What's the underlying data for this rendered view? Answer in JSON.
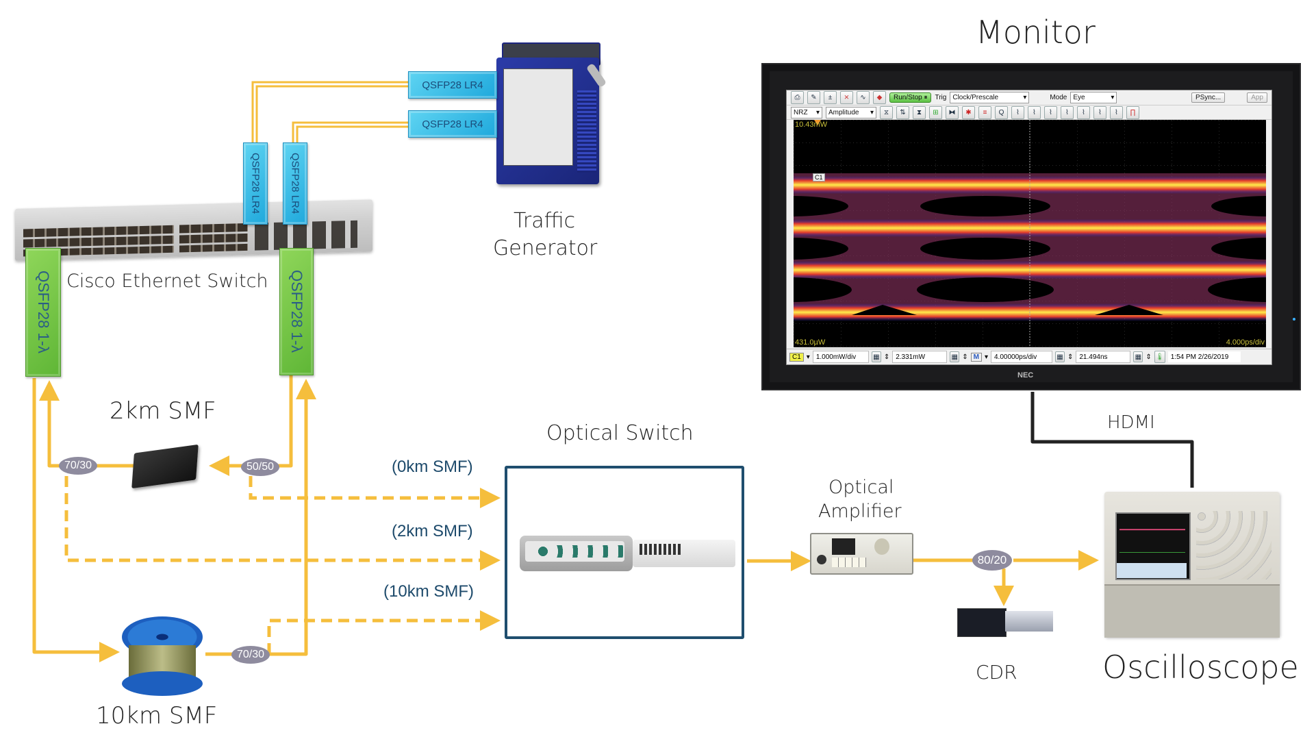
{
  "labels": {
    "monitor": "Monitor",
    "traffic_generator_line1": "Traffic",
    "traffic_generator_line2": "Generator",
    "cisco_switch": "Cisco Ethernet Switch",
    "smf_2km": "2km SMF",
    "smf_10km": "10km SMF",
    "optical_switch": "Optical Switch",
    "optical_amplifier_line1": "Optical",
    "optical_amplifier_line2": "Amplifier",
    "cdr": "CDR",
    "oscilloscope": "Oscilloscope",
    "hdmi": "HDMI"
  },
  "transceivers": {
    "lr4_vertical_1": "QSFP28 LR4",
    "lr4_vertical_2": "QSFP28 LR4",
    "lr4_horizontal_1": "QSFP28 LR4",
    "lr4_horizontal_2": "QSFP28 LR4",
    "single_lambda_left": "QSFP28 1-λ",
    "single_lambda_right": "QSFP28 1-λ"
  },
  "splitters": {
    "left_2km": "70/30",
    "right_2km": "50/50",
    "spool_10km": "70/30",
    "cdr_tap": "80/20"
  },
  "fiber_paths": {
    "path_0km": "(0km SMF)",
    "path_2km": "(2km SMF)",
    "path_10km": "(10km SMF)"
  },
  "colors": {
    "fiber": "#F5BE3C",
    "badge": "#8E8B9E",
    "optical_switch_border": "#1F4E6E",
    "hdmi_cable": "#222222",
    "fiber_label": "#1D4A6B"
  },
  "scope_ui": {
    "toolbar1": {
      "run_stop": "Run/Stop",
      "trig_label": "Trig",
      "trig_value": "Clock/Prescale",
      "mode_label": "Mode",
      "mode_value": "Eye",
      "psync": "PSync...",
      "app": "App"
    },
    "toolbar2": {
      "signal_type": "NRZ",
      "measurement": "Amplitude"
    },
    "plot": {
      "top_level": "10.43mW",
      "bottom_level": "431.0µW",
      "timebase_label": "4.000ps/div",
      "channel_marker": "C1"
    },
    "statusbar": {
      "channel": "C1",
      "vertical_scale": "1.000mW/div",
      "vertical_offset": "2.331mW",
      "math": "M",
      "horizontal_scale": "4.00000ps/div",
      "horizontal_position": "21.494ns",
      "datetime": "1:54 PM 2/26/2019"
    },
    "brand": "NEC"
  }
}
